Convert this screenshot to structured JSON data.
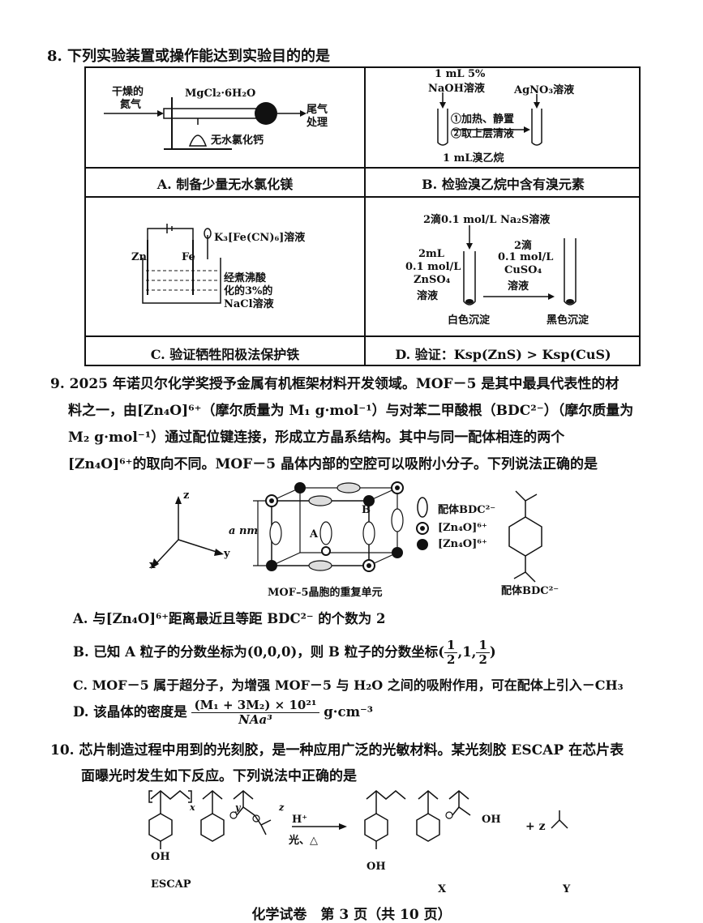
{
  "q8": {
    "title": "8. 下列实验装置或操作能达到实验目的的是",
    "a": {
      "label1": "干燥的",
      "label2": "氮气",
      "reagent": "MgCl₂·6H₂O",
      "tail1": "尾气",
      "tail2": "处理",
      "dryer": "无水氯化钙",
      "caption": "A. 制备少量无水氯化镁"
    },
    "b": {
      "naoh1": "1 mL 5%",
      "naoh2": "NaOH溶液",
      "agno3": "AgNO₃溶液",
      "step1": "①加热、静置",
      "step2": "②取上层清液",
      "tube": "1 mL溴乙烷",
      "caption": "B. 检验溴乙烷中含有溴元素"
    },
    "c": {
      "k3": "K₃[Fe(CN)₆]溶液",
      "zn": "Zn",
      "fe": "Fe",
      "sol1": "经煮沸酸",
      "sol2": "化的3%的",
      "sol3": "NaCl溶液",
      "caption": "C. 验证牺牲阳极法保护铁"
    },
    "d": {
      "top": "2滴0.1 mol/L Na₂S溶液",
      "left1": "2mL",
      "left2": "0.1 mol/L",
      "left3": "ZnSO₄",
      "left4": "溶液",
      "right1": "2滴",
      "right2": "0.1 mol/L",
      "right3": "CuSO₄",
      "right4": "溶液",
      "white": "白色沉淀",
      "black": "黑色沉淀",
      "caption": "D. 验证：Ksp(ZnS) > Ksp(CuS)"
    }
  },
  "q9": {
    "line1": "9. 2025 年诺贝尔化学奖授予金属有机框架材料开发领域。MOF－5 是其中最具代表性的材",
    "line2": "料之一，由[Zn₄O]⁶⁺（摩尔质量为 M₁ g·mol⁻¹）与对苯二甲酸根（BDC²⁻）（摩尔质量为",
    "line3": "M₂ g·mol⁻¹）通过配位键连接，形成立方晶系结构。其中与同一配体相连的两个",
    "line4": "[Zn₄O]⁶⁺的取向不同。MOF－5 晶体内部的空腔可以吸附小分子。下列说法正确的是",
    "fig": {
      "axis_z": "z",
      "axis_y": "y",
      "axis_x": "x",
      "edge": "a nm",
      "label_a": "A",
      "label_b": "B",
      "cell_caption": "MOF–5晶胞的重复单元",
      "legend1": "配体BDC²⁻",
      "legend2": "[Zn₄O]⁶⁺",
      "legend3": "[Zn₄O]⁶⁺",
      "ligand_caption": "配体BDC²⁻"
    },
    "optA": "A. 与[Zn₄O]⁶⁺距离最近且等距 BDC²⁻ 的个数为 2",
    "optB_pre": "B. 已知 A 粒子的分数坐标为(0,0,0)，则 B 粒子的分数坐标(",
    "optB_n1": "1",
    "optB_d1": "2",
    "optB_mid": ",1,",
    "optB_n2": "1",
    "optB_d2": "2",
    "optB_post": ")",
    "optC": "C. MOF－5 属于超分子，为增强 MOF－5 与 H₂O 之间的吸附作用，可在配体上引入－CH₃",
    "optD_pre": "D. 该晶体的密度是",
    "optD_num": "(M₁ + 3M₂) × 10²¹",
    "optD_den": "NAa³",
    "optD_post": "g·cm⁻³"
  },
  "q10": {
    "line1": "10. 芯片制造过程中用到的光刻胶，是一种应用广泛的光敏材料。某光刻胶 ESCAP 在芯片表",
    "line2": "面曝光时发生如下反应。下列说法中正确的是",
    "cond_top": "H⁺",
    "cond_bottom": "光、△",
    "plus": "+ z",
    "oh1": "OH",
    "oh2": "OH",
    "oh3": "OH",
    "name": "ESCAP",
    "sub_x": "x",
    "sub_y": "y",
    "sub_z": "z",
    "tail_x": "X",
    "tail_y": "Y"
  },
  "footer": "化学试卷　第 3 页（共 10 页）"
}
